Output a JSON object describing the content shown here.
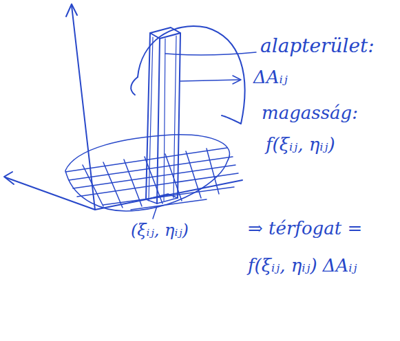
{
  "diagram": {
    "labels": [
      "alapterület:",
      "ΔAᵢⱼ",
      "magasság:",
      "f(ξᵢⱼ, ηᵢⱼ)",
      "(ξᵢⱼ, ηᵢⱼ)",
      "⇒ térfogat =",
      "f(ξᵢⱼ, ηᵢⱼ) ΔAᵢⱼ"
    ]
  }
}
